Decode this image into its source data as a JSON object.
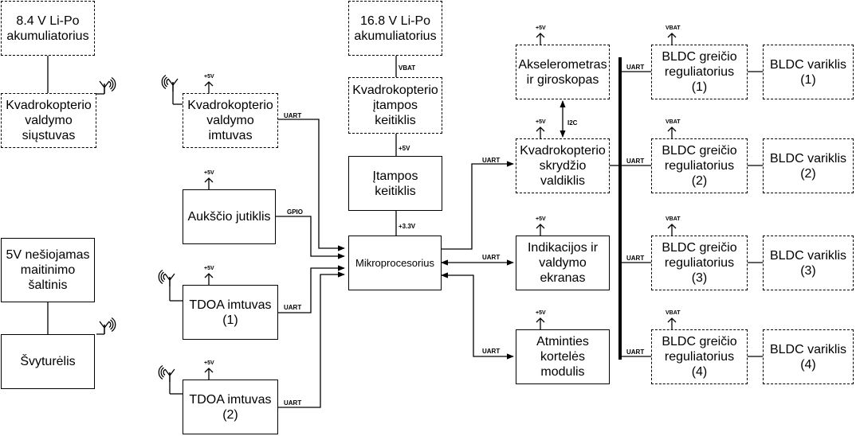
{
  "blocks": {
    "lipo_8v": "8.4 V Li-Po\nakumuliatorius",
    "tx": "Kvadrokopterio\nvaldymo\nsiųstuvas",
    "power_bank": "5V nešiojamas\nmaitinimo\nšaltinis",
    "beacon": "Švyturėlis",
    "rx": "Kvadrokopterio\nvaldymo\nimtuvas",
    "altimeter": "Aukščio jutiklis",
    "tdoa1": "TDOA imtuvas\n(1)",
    "tdoa2": "TDOA imtuvas\n(2)",
    "lipo_16v": "16.8 V Li-Po\nakumuliatorius",
    "pwr_conv_quad": "Kvadrokopterio\nįtampos\nkeitiklis",
    "pwr_conv": "Įtampos\nkeitiklis",
    "mcu": "Mikroprocesorius",
    "imu": "Akselerometras\nir giroskopas",
    "fc": "Kvadrokopterio\nskrydžio\nvaldiklis",
    "display": "Indikacijos ir\nvaldymo\nekranas",
    "sd": "Atminties\nkortelės\nmodulis",
    "esc1": "BLDC greičio\nreguliatorius\n(1)",
    "esc2": "BLDC greičio\nreguliatorius\n(2)",
    "esc3": "BLDC greičio\nreguliatorius\n(3)",
    "esc4": "BLDC greičio\nreguliatorius\n(4)",
    "motor1": "BLDC variklis\n(1)",
    "motor2": "BLDC variklis\n(2)",
    "motor3": "BLDC variklis\n(3)",
    "motor4": "BLDC variklis\n(4)"
  },
  "labels": {
    "uart": "UART",
    "gpio": "GPIO",
    "i2c": "I2C",
    "vbat": "VBAT",
    "v5": "+5V",
    "v33": "+3.3V"
  }
}
